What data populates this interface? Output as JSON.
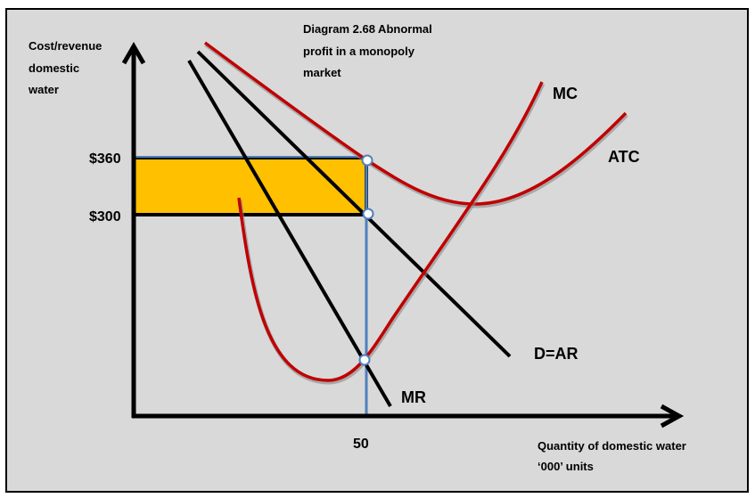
{
  "title": [
    "Diagram 2.68 Abnormal",
    "profit in a monopoly",
    "market"
  ],
  "y_axis_label": [
    "Cost/revenue",
    "domestic",
    "water"
  ],
  "x_axis_label": [
    "Quantity of domestic water",
    "‘000’ units"
  ],
  "y_ticks": {
    "upper": "$360",
    "lower": "$300"
  },
  "x_tick": "50",
  "curves": {
    "mc": "MC",
    "atc": "ATC",
    "demand": "D=AR",
    "mr": "MR"
  },
  "colors": {
    "background": "#d9d9d9",
    "profit_area": "#ffc000",
    "cost_curves": "#c00000",
    "guides": "#4f81bd"
  }
}
